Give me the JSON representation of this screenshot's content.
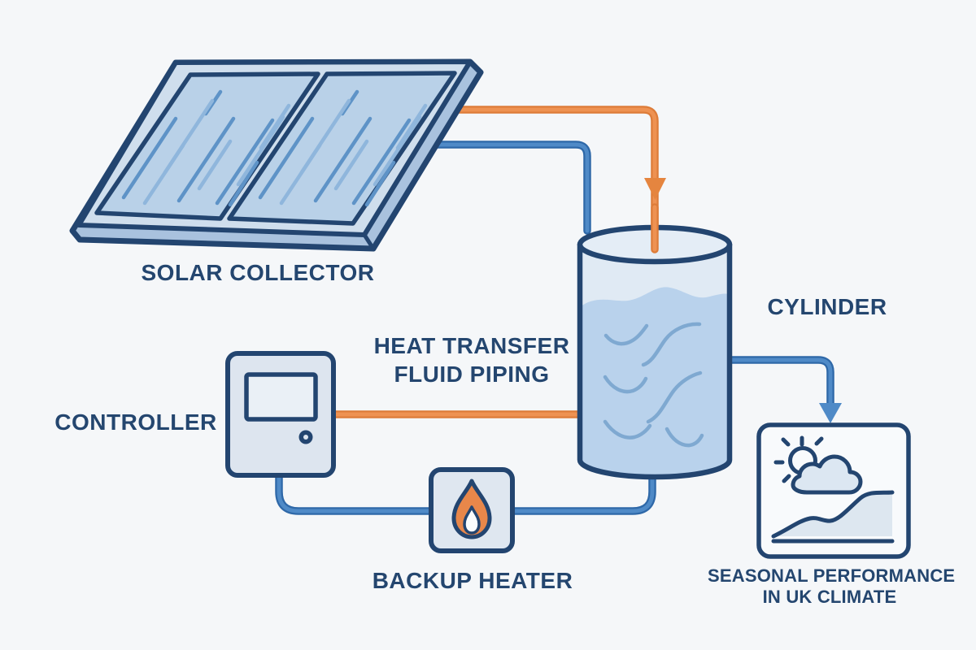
{
  "diagram": {
    "type": "solar-thermal-hot-water-system",
    "labels": {
      "solar_collector": "SOLAR COLLECTOR",
      "cylinder": "CYLINDER",
      "controller": "CONTROLLER",
      "heat_transfer_line1": "HEAT TRANSFER",
      "heat_transfer_line2": "FLUID PIPING",
      "backup_heater": "BACKUP HEATER",
      "seasonal_line1": "SEASONAL PERFORMANCE",
      "seasonal_line2": "IN UK CLIMATE"
    },
    "icons": {
      "backup_heater": "flame-icon",
      "seasonal_card": [
        "sun-icon",
        "cloud-icon",
        "area-chart-icon"
      ],
      "hot_pipe_arrow": "arrow-down-icon",
      "outlet_pipe_arrow": "arrow-down-icon"
    },
    "colors": {
      "background": "#f5f7f9",
      "outline_navy": "#234570",
      "label_text": "#24466f",
      "pipe_hot_orange": "#ee9252",
      "pipe_hot_orange_edge": "#dd7c39",
      "pipe_cold_blue": "#4f8ac7",
      "pipe_cold_blue_edge": "#2e68a8",
      "collector_frame": "#cfdeed",
      "collector_side": "#a9c2de",
      "panel_fill": "#b9d1e8",
      "panel_streak_dark": "#5e93c7",
      "panel_streak_light": "#8fb6dc",
      "tank_empty_fill": "#e0eaf4",
      "tank_water_fill": "#b9d2ec",
      "tank_wave": "#7fa9d1",
      "box_fill": "#dde5ef",
      "flame_orange": "#e8874a",
      "card_fill": "#f8fafc",
      "cloud_fill": "#dce7f2"
    }
  }
}
